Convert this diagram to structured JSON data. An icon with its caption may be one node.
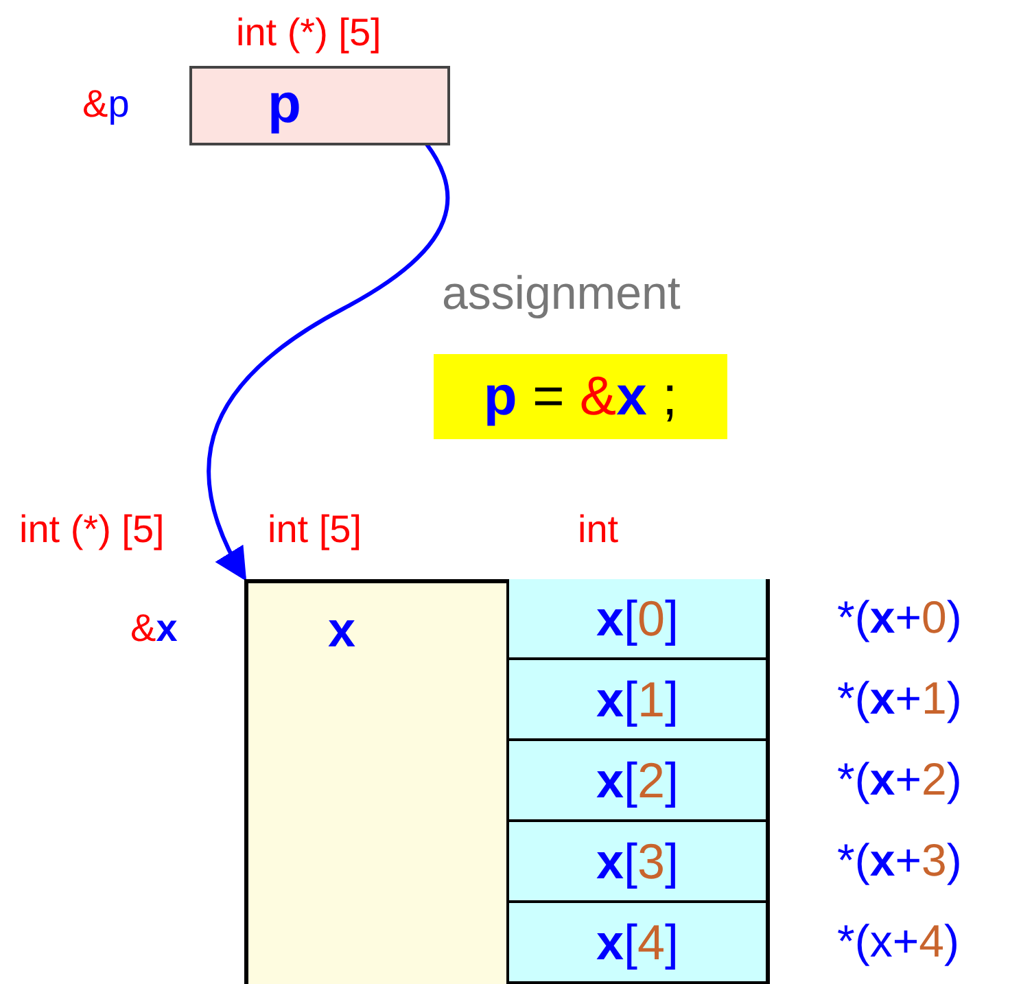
{
  "diagram": {
    "nodes": [
      {
        "text": [
          "p"
        ],
        "beside": [
          "int (*) [5]",
          "&p"
        ]
      },
      {
        "text": [
          "x"
        ],
        "beside": [
          "int [5]",
          "int (*) [5]",
          "&**x**"
        ]
      },
      {
        "text": [
          "**x**[0]"
        ],
        "in": 1,
        "beside": [
          "*(**x**+0)"
        ]
      },
      {
        "text": [
          "**x**[1]"
        ],
        "in": 1,
        "beside": [
          "*(**x**+1)"
        ]
      },
      {
        "text": [
          "**x**[2]"
        ],
        "in": 1,
        "beside": [
          "*(**x**+2)"
        ]
      },
      {
        "text": [
          "**x**[3]"
        ],
        "in": 1,
        "beside": [
          "*(**x**+3)"
        ]
      },
      {
        "text": [
          "**x**[4]"
        ],
        "in": 1,
        "beside": [
          "*(x+4)"
        ]
      },
      {
        "text": [
          "**p** = &**x** ;"
        ]
      }
    ],
    "edges": [
      {
        "from": 0,
        "to": 1,
        "arrow": "to",
        "color": "#0000ff"
      }
    ],
    "labels": [
      "assignment",
      "int"
    ]
  }
}
